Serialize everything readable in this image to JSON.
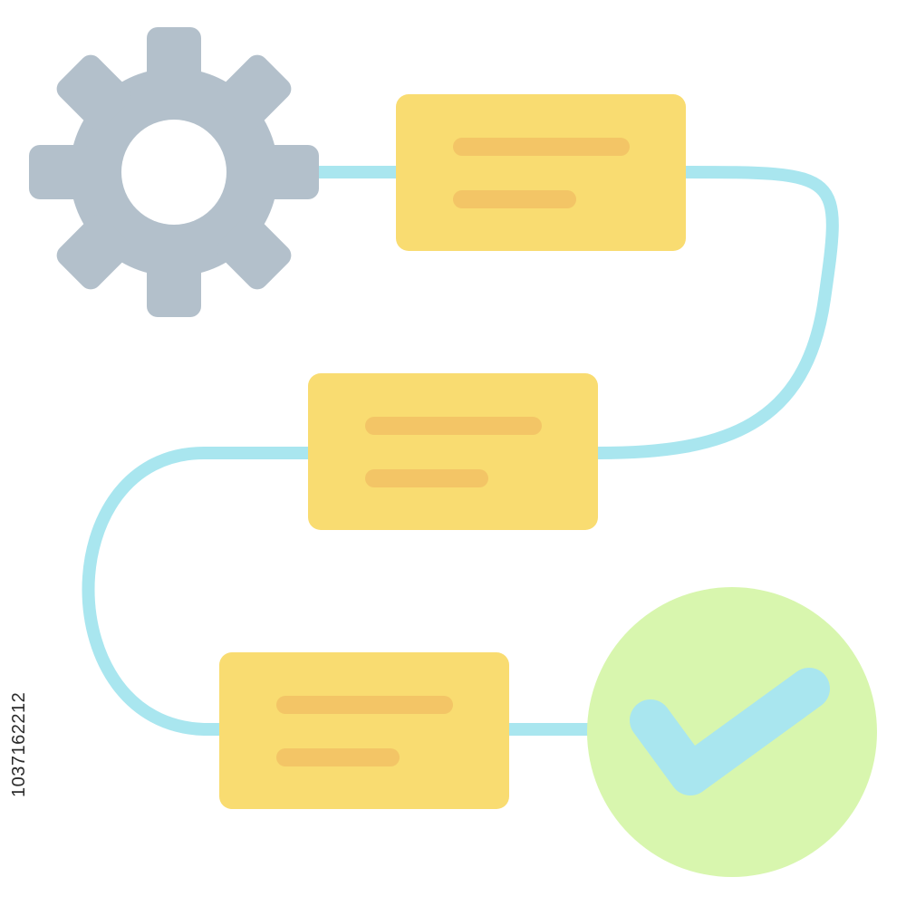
{
  "icon": {
    "name": "workflow-process-icon",
    "colors": {
      "gear": "#B3C0CB",
      "connector": "#A9E6EF",
      "card": "#F9DC71",
      "card_line": "#F3C566",
      "check_circle": "#D8F6AE",
      "check_mark": "#A9E6EF",
      "background": "#FFFFFF"
    },
    "steps": [
      {
        "name": "step-card-1"
      },
      {
        "name": "step-card-2"
      },
      {
        "name": "step-card-3"
      }
    ]
  },
  "stock_id": "1037162212"
}
